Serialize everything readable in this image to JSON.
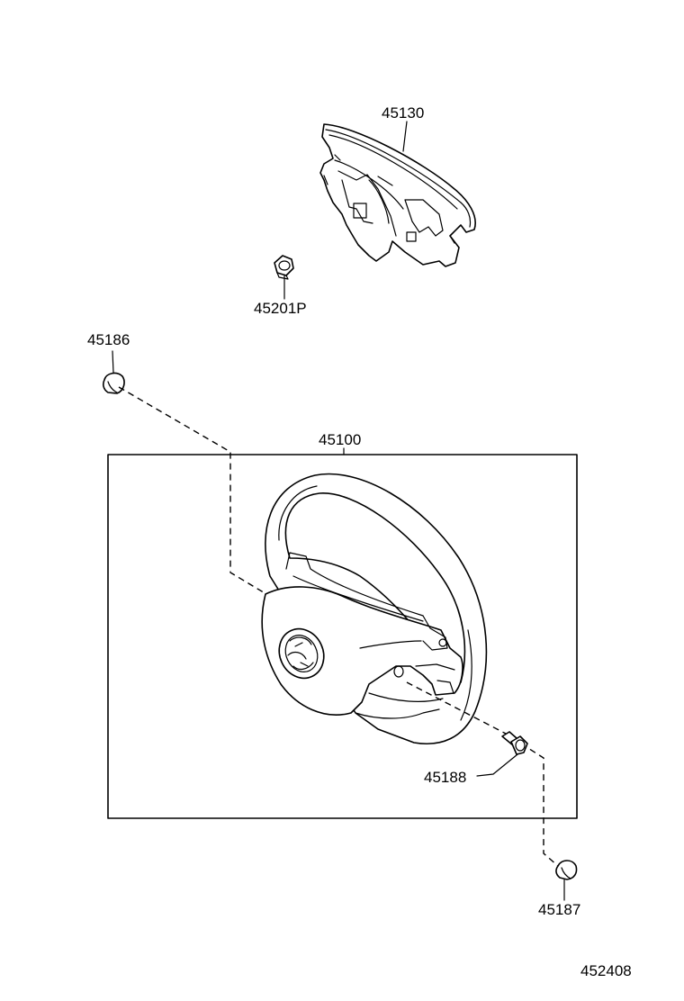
{
  "labels": {
    "horn_pad": "45130",
    "nut": "45201P",
    "cover_left": "45186",
    "wheel_assy": "45100",
    "screw": "45188",
    "cover_right": "45187",
    "diagram_id": "452408"
  }
}
